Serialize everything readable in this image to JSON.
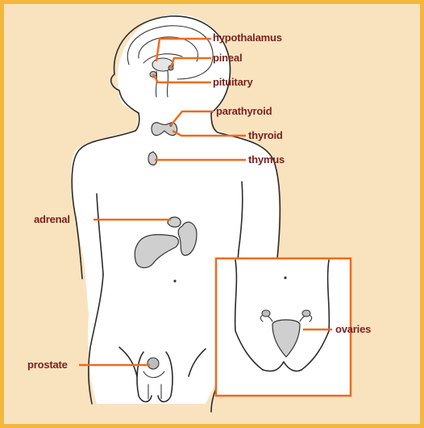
{
  "labels": {
    "hypothalamus": "hypothalamus",
    "pineal": "pineal",
    "pituitary": "pituitary",
    "parathyroid": "parathyroid",
    "thyroid": "thyroid",
    "thymus": "thymus",
    "adrenal": "adrenal",
    "ovaries": "ovaries",
    "prostate": "prostate"
  },
  "colors": {
    "background": "#f9e3bf",
    "frame": "#f3b73d",
    "leader_line": "#ef6a1f",
    "label_text": "#7a1f1a",
    "inset_border": "#ef6a1f"
  }
}
